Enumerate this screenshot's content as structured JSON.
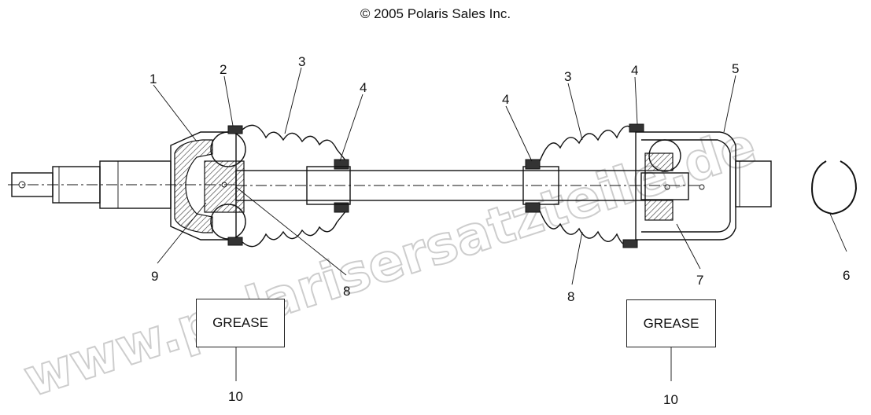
{
  "copyright": "© 2005 Polaris Sales Inc.",
  "watermark": "www.polarisersatzteile.de",
  "grease_boxes": [
    {
      "label": "GREASE",
      "callout": "10"
    },
    {
      "label": "GREASE",
      "callout": "10"
    }
  ],
  "callouts": [
    "1",
    "2",
    "3",
    "4",
    "4",
    "3",
    "4",
    "5",
    "6",
    "7",
    "8",
    "8",
    "9"
  ]
}
